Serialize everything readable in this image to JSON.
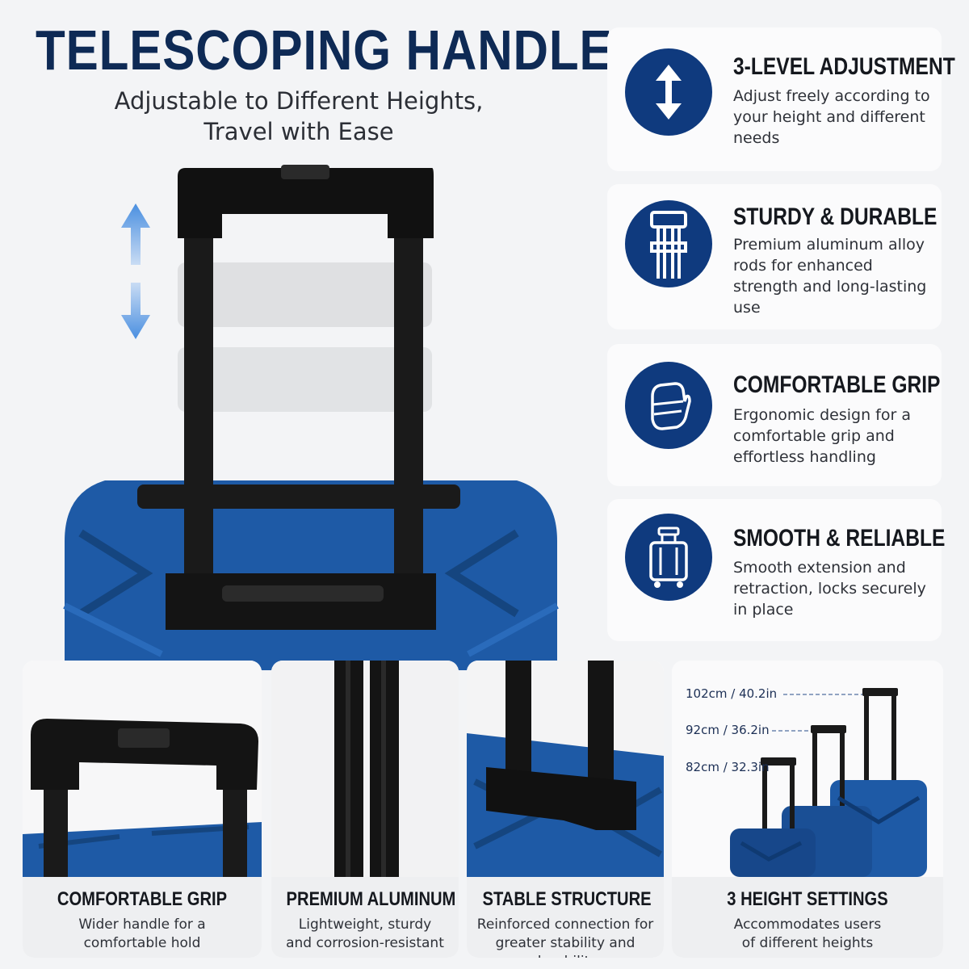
{
  "header": {
    "title": "TELESCOPING HANDLE",
    "subtitle_line1": "Adjustable to Different Heights,",
    "subtitle_line2": "Travel with Ease"
  },
  "colors": {
    "navy": "#0f3a7e",
    "suitcase_blue": "#1e5aa6",
    "arrow_blue": "#4a8fe0",
    "handle_black": "#1a1a1a"
  },
  "features": [
    {
      "icon": "up-down-arrow-icon",
      "title": "3-LEVEL ADJUSTMENT",
      "desc_lines": [
        "Adjust freely according to",
        "your height and different",
        "needs"
      ]
    },
    {
      "icon": "handle-rods-icon",
      "title": "STURDY & DURABLE",
      "desc_lines": [
        "Premium aluminum alloy",
        "rods for enhanced",
        "strength and long-lasting",
        "use"
      ]
    },
    {
      "icon": "hand-grip-icon",
      "title": "COMFORTABLE GRIP",
      "desc_lines": [
        "Ergonomic design for a",
        "comfortable grip and",
        "effortless handling"
      ]
    },
    {
      "icon": "suitcase-icon",
      "title": "SMOOTH & RELIABLE",
      "desc_lines": [
        "Smooth extension and",
        "retraction, locks securely",
        "in place"
      ]
    }
  ],
  "bottom_cards": [
    {
      "title": "COMFORTABLE GRIP",
      "desc_lines": [
        "Wider handle for a",
        "comfortable hold"
      ]
    },
    {
      "title": "PREMIUM ALUMINUM RODS",
      "desc_lines": [
        "Lightweight, sturdy",
        "and corrosion-resistant"
      ]
    },
    {
      "title": "STABLE STRUCTURE",
      "desc_lines": [
        "Reinforced connection for",
        "greater stability and durability"
      ]
    },
    {
      "title": "3 HEIGHT SETTINGS",
      "desc_lines": [
        "Accommodates users",
        "of different heights"
      ]
    }
  ],
  "height_settings": [
    {
      "label": "102cm / 40.2in"
    },
    {
      "label": "92cm / 36.2in"
    },
    {
      "label": "82cm / 32.3in"
    }
  ]
}
